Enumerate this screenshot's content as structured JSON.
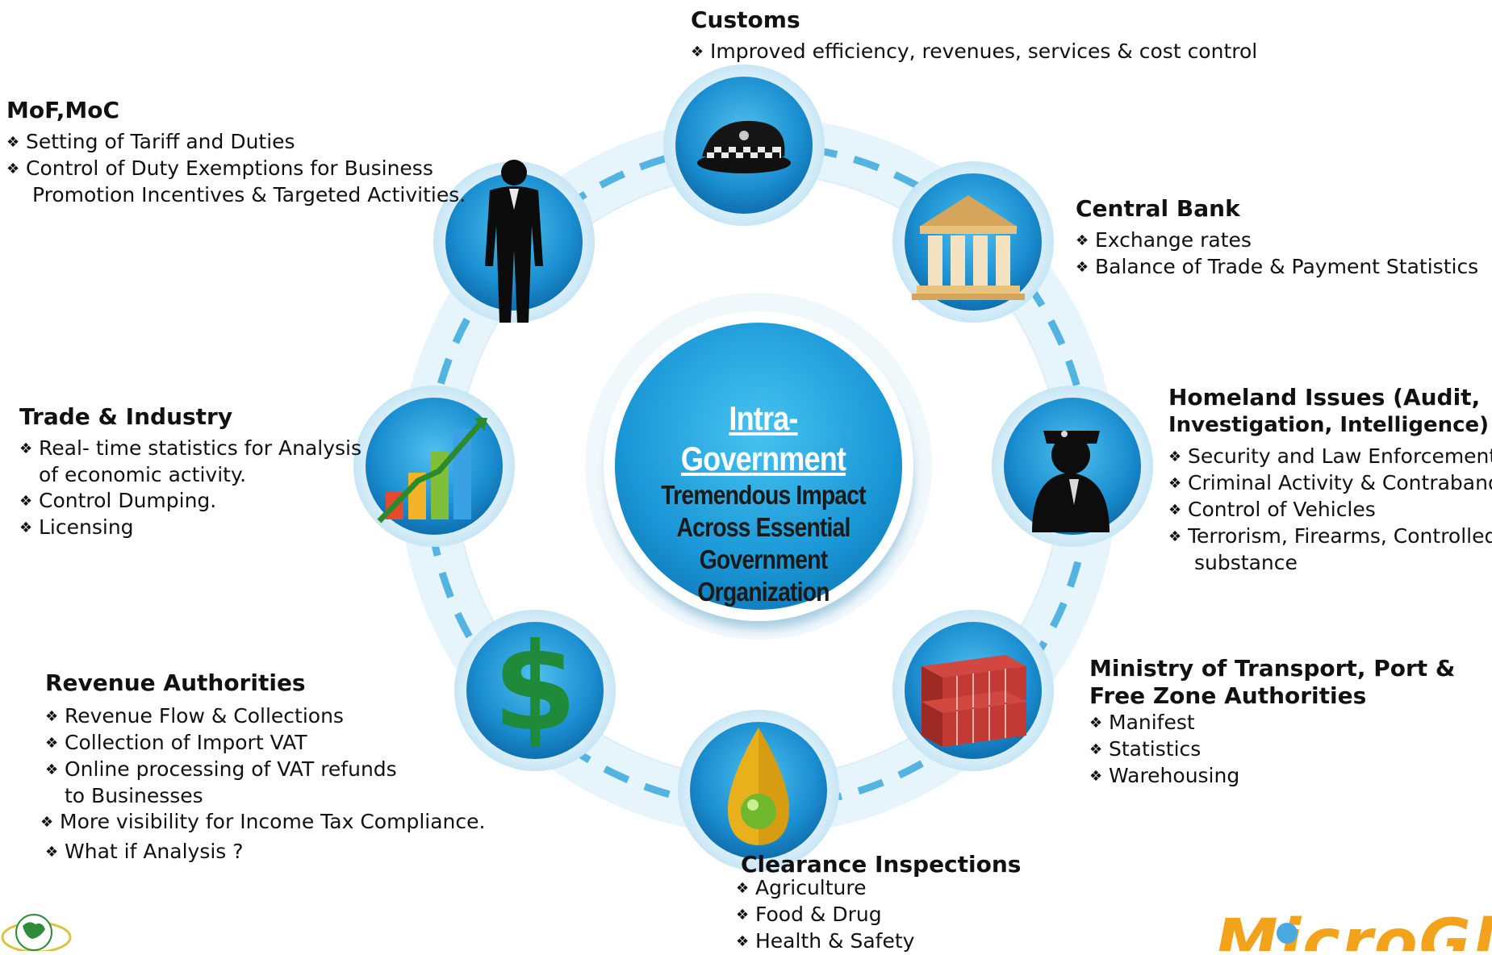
{
  "center": {
    "title": "Intra-Government",
    "lines": [
      "Tremendous Impact",
      "Across Essential",
      "Government",
      "Organization"
    ]
  },
  "customs": {
    "heading": "Customs",
    "items": [
      "Improved efficiency, revenues, services & cost control"
    ]
  },
  "mof": {
    "heading": "MoF,MoC",
    "items": [
      {
        "first": "Setting of Tariff and Duties"
      },
      {
        "first": "Control of Duty Exemptions for Business",
        "cont": "Promotion Incentives & Targeted Activities."
      }
    ]
  },
  "central_bank": {
    "heading": "Central Bank",
    "items": [
      "Exchange rates",
      "Balance of Trade & Payment Statistics"
    ]
  },
  "trade": {
    "heading": "Trade & Industry",
    "items": [
      {
        "first": "Real- time statistics for Analysis",
        "cont": "of economic activity."
      },
      {
        "first": "Control Dumping."
      },
      {
        "first": "Licensing"
      }
    ]
  },
  "homeland": {
    "heading_line1": "Homeland Issues (Audit,",
    "heading_line2": "Investigation, Intelligence)",
    "items": [
      {
        "first": "Security and Law Enforcement"
      },
      {
        "first": "Criminal Activity & Contraband"
      },
      {
        "first": "Control of Vehicles"
      },
      {
        "first": "Terrorism, Firearms, Controlled",
        "cont": "substance"
      }
    ]
  },
  "revenue": {
    "heading": "Revenue Authorities",
    "items": [
      {
        "first": "Revenue Flow & Collections"
      },
      {
        "first": "Collection of Import VAT"
      },
      {
        "first": "Online processing of VAT refunds",
        "cont": "to Businesses"
      },
      {
        "first": "More visibility for Income Tax Compliance."
      },
      {
        "first": "What if Analysis ?"
      }
    ]
  },
  "transport": {
    "heading_line1": "Ministry of Transport, Port &",
    "heading_line2": "Free Zone Authorities",
    "items": [
      "Manifest",
      "Statistics",
      "Warehousing"
    ]
  },
  "clearance": {
    "heading": "Clearance Inspections",
    "items": [
      "Agriculture",
      "Food & Drug",
      "Health & Safety"
    ]
  },
  "bullet_glyph": "❖",
  "colors": {
    "ring": "#d6eef8",
    "node_outer": "#cfe9f6",
    "node_inner": "#1d8fcf",
    "center_fill": "#1b9ad6",
    "connector": "#3aa8dc"
  },
  "icons": [
    "police-cap",
    "businessman",
    "bank-building",
    "bar-chart-growth",
    "security-officer",
    "dollar-sign",
    "shipping-containers",
    "oil-drop"
  ]
}
